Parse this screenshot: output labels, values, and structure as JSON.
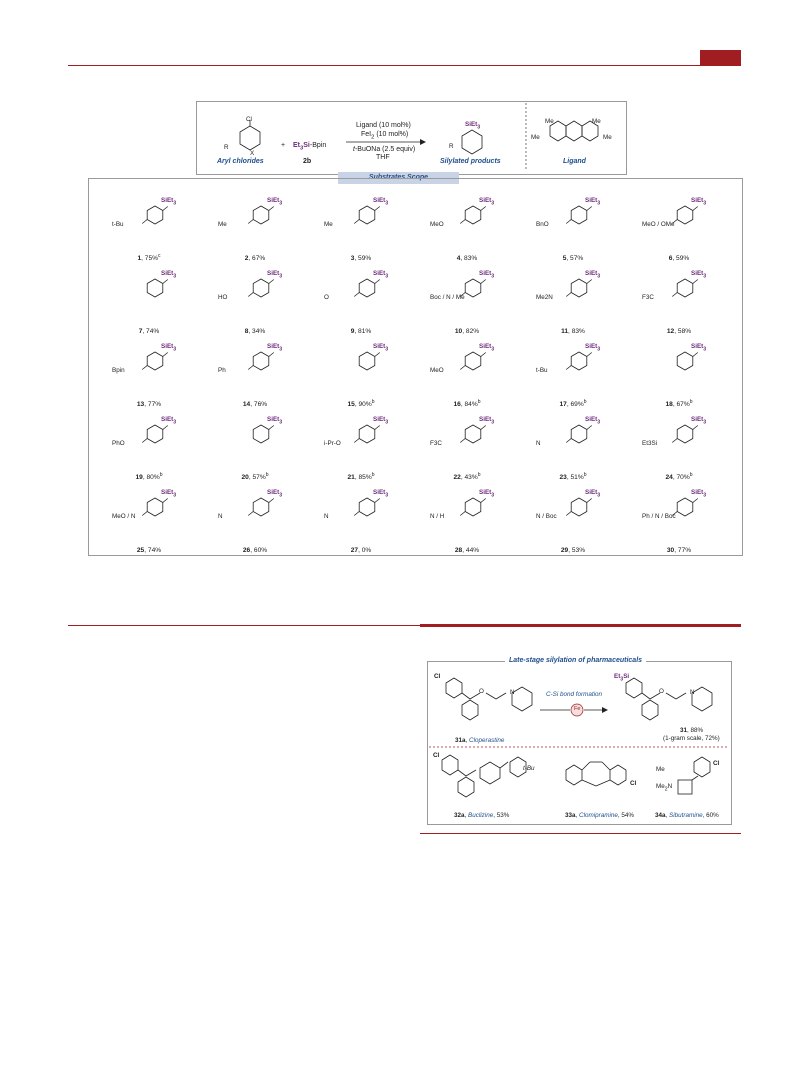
{
  "scheme": {
    "reagent_conditions": [
      "Ligand (10 mol%)",
      "FeI2 (10 mol%)",
      "t-BuONa (2.5 equiv)",
      "THF"
    ],
    "reactant1_label": "Aryl chlorides",
    "reactant2": "Et3Si-Bpin",
    "reactant2_code": "2b",
    "plus": "+",
    "product_label": "Silylated products",
    "ligand_label": "Ligand",
    "sub_tag": "SiEt3",
    "banner": "Substrates Scope"
  },
  "compounds": [
    {
      "id": "1",
      "yield": "75%",
      "sup": "c",
      "subst": "t-Bu"
    },
    {
      "id": "2",
      "yield": "67%",
      "sup": "",
      "subst": "Me"
    },
    {
      "id": "3",
      "yield": "59%",
      "sup": "",
      "subst": "Me"
    },
    {
      "id": "4",
      "yield": "83%",
      "sup": "",
      "subst": "MeO"
    },
    {
      "id": "5",
      "yield": "57%",
      "sup": "",
      "subst": "BnO"
    },
    {
      "id": "6",
      "yield": "59%",
      "sup": "",
      "subst": "MeO / OMe"
    },
    {
      "id": "7",
      "yield": "74%",
      "sup": "",
      "subst": ""
    },
    {
      "id": "8",
      "yield": "34%",
      "sup": "",
      "subst": "HO"
    },
    {
      "id": "9",
      "yield": "81%",
      "sup": "",
      "subst": "O"
    },
    {
      "id": "10",
      "yield": "82%",
      "sup": "",
      "subst": "Boc / N / Me"
    },
    {
      "id": "11",
      "yield": "83%",
      "sup": "",
      "subst": "Me2N"
    },
    {
      "id": "12",
      "yield": "58%",
      "sup": "",
      "subst": "F3C"
    },
    {
      "id": "13",
      "yield": "77%",
      "sup": "",
      "subst": "Bpin"
    },
    {
      "id": "14",
      "yield": "76%",
      "sup": "",
      "subst": "Ph"
    },
    {
      "id": "15",
      "yield": "90%",
      "sup": "b",
      "subst": ""
    },
    {
      "id": "16",
      "yield": "84%",
      "sup": "b",
      "subst": "MeO"
    },
    {
      "id": "17",
      "yield": "69%",
      "sup": "b",
      "subst": "t-Bu"
    },
    {
      "id": "18",
      "yield": "67%",
      "sup": "b",
      "subst": ""
    },
    {
      "id": "19",
      "yield": "80%",
      "sup": "b",
      "subst": "PhO"
    },
    {
      "id": "20",
      "yield": "57%",
      "sup": "b",
      "subst": ""
    },
    {
      "id": "21",
      "yield": "85%",
      "sup": "b",
      "subst": "i-Pr-O"
    },
    {
      "id": "22",
      "yield": "43%",
      "sup": "b",
      "subst": "F3C"
    },
    {
      "id": "23",
      "yield": "51%",
      "sup": "b",
      "subst": "N"
    },
    {
      "id": "24",
      "yield": "70%",
      "sup": "b",
      "subst": "Et3Si"
    },
    {
      "id": "25",
      "yield": "74%",
      "sup": "",
      "subst": "MeO / N"
    },
    {
      "id": "26",
      "yield": "60%",
      "sup": "",
      "subst": "N"
    },
    {
      "id": "27",
      "yield": "0%",
      "sup": "",
      "subst": "N"
    },
    {
      "id": "28",
      "yield": "44%",
      "sup": "",
      "subst": "N / H"
    },
    {
      "id": "29",
      "yield": "53%",
      "sup": "",
      "subst": "N / Boc"
    },
    {
      "id": "30",
      "yield": "77%",
      "sup": "",
      "subst": "Ph / N / Boc"
    }
  ],
  "late_stage": {
    "title": "Late-stage silylation of pharmaceuticals",
    "arrow_top": "C-Si bond formation",
    "catalyst": "Fe",
    "start_id": "31a",
    "start_name": "Cloperastine",
    "product_id": "31",
    "product_yield": "88%",
    "product_note": "(1-gram scale, 72%)",
    "cl": "Cl",
    "et3si": "Et3Si",
    "drugs": [
      {
        "id": "32a",
        "name": "Buclizine",
        "yield": "53%",
        "extra": "t-Bu"
      },
      {
        "id": "33a",
        "name": "Clomipramine",
        "yield": "54%",
        "extra": "Cl"
      },
      {
        "id": "34a",
        "name": "Sibutramine",
        "yield": "60%",
        "extra": "Me / Me2N / Cl"
      }
    ]
  }
}
